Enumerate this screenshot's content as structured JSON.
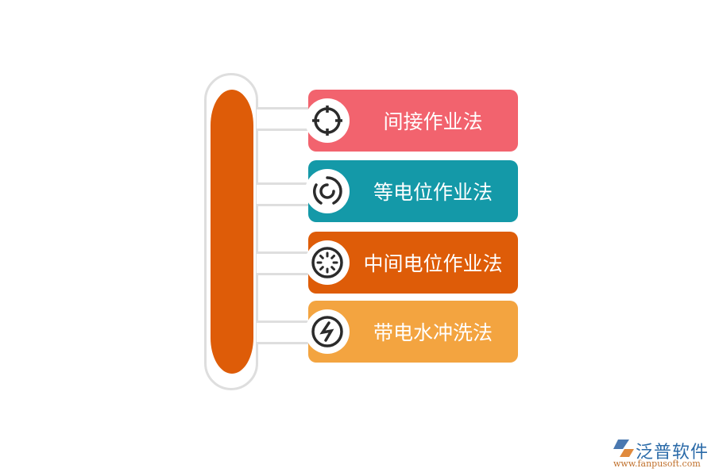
{
  "diagram": {
    "type": "vertical-pill-list",
    "items": [
      {
        "label": "间接作业法",
        "icon": "crosshair-icon",
        "color": "#f2636e"
      },
      {
        "label": "等电位作业法",
        "icon": "spiral-icon",
        "color": "#1499a8"
      },
      {
        "label": "中间电位作业法",
        "icon": "loading-spinner-icon",
        "color": "#de5c08"
      },
      {
        "label": "带电水冲洗法",
        "icon": "lightning-bolt-icon",
        "color": "#f3a440"
      }
    ],
    "pill_color": "#de5c08",
    "outline_color": "#dedede"
  },
  "watermark": {
    "brand": "泛普软件",
    "url": "www.fanpusoft.com"
  }
}
